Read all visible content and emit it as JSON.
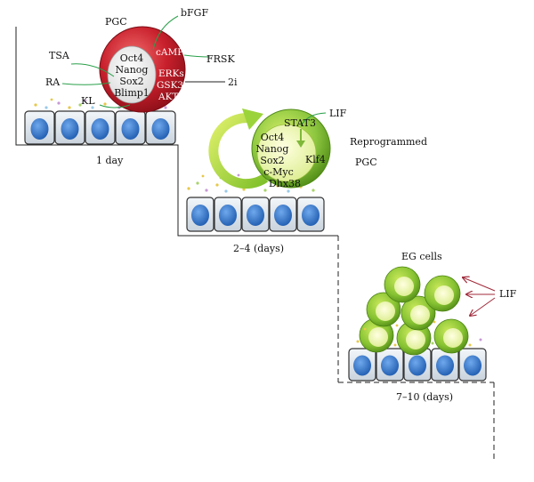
{
  "stage1": {
    "title": "PGC",
    "core_factors": [
      "Oct4",
      "Nanog",
      "Sox2",
      "Blimp1"
    ],
    "signals": [
      "cAMP",
      "ERKs",
      "GSK3",
      "AKT"
    ],
    "inputs": {
      "tsa": "TSA",
      "ra": "RA",
      "kl": "KL",
      "bfgf": "bFGF",
      "frsk": "FRSK",
      "two_i": "2i"
    },
    "time": "1 day"
  },
  "stage2": {
    "factors": [
      "STAT3",
      "Oct4",
      "Nanog",
      "Sox2",
      "c-Myc",
      "Dhx38",
      "Klf4"
    ],
    "inputs": {
      "lif": "LIF"
    },
    "label_line1": "Reprogrammed",
    "label_line2": "PGC",
    "time": "2–4 (days)"
  },
  "stage3": {
    "title": "EG cells",
    "inputs": {
      "lif": "LIF"
    },
    "time": "7–10 (days)"
  },
  "colors": {
    "pgc_red": "#c8202c",
    "green": "#8cc63f",
    "nucleus_blue": "#2f74c8",
    "arrow_red": "#a02a3a"
  }
}
